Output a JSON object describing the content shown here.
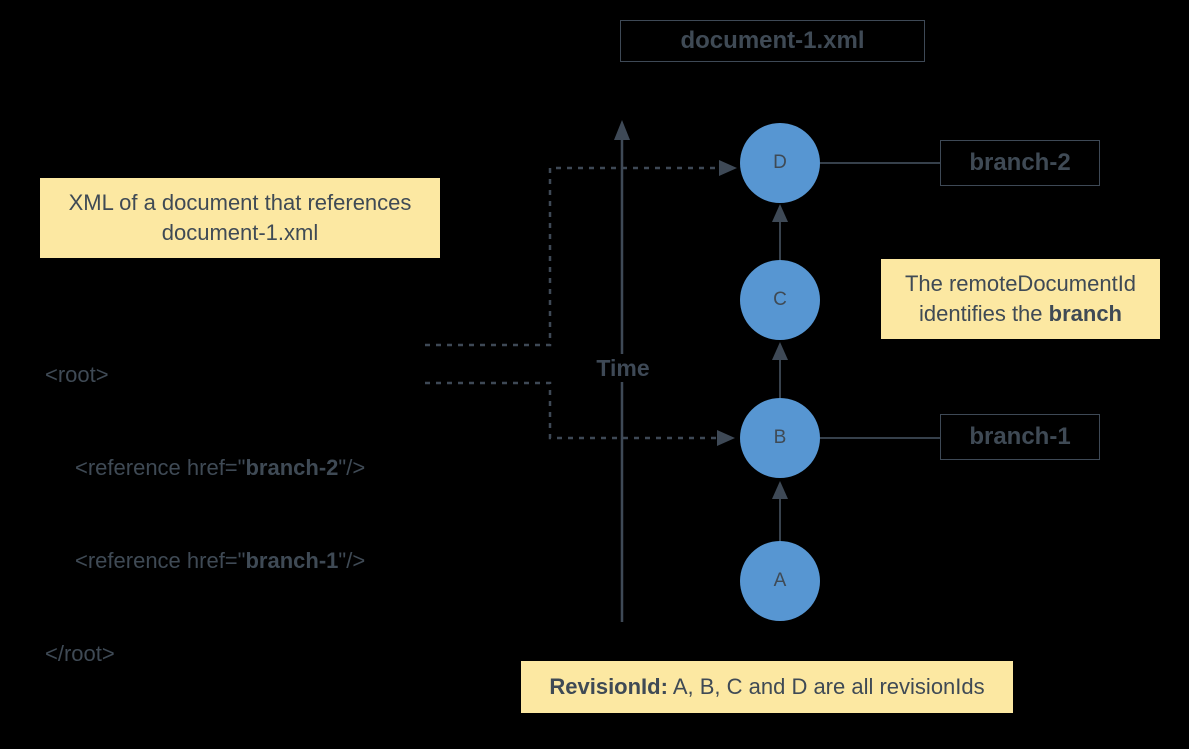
{
  "colors": {
    "bg": "#000000",
    "slate": "#3E4956",
    "text": "#3F4A55",
    "blue": "#5796D2",
    "yellow": "#FCE8A2"
  },
  "document_box": {
    "label": "document-1.xml"
  },
  "branch_boxes": {
    "branch2": "branch-2",
    "branch1": "branch-1"
  },
  "note_xml_reference": {
    "line1": "XML of a document that references",
    "line2": "document-1.xml"
  },
  "xml_code": {
    "open_tag": "<root>",
    "reference_1": {
      "pre": "<reference href=\"",
      "value": "branch-2",
      "post": "\"/>"
    },
    "reference_2": {
      "pre": "<reference href=\"",
      "value": "branch-1",
      "post": "\"/>"
    },
    "close_tag": "</root>"
  },
  "time_axis": {
    "label": "Time"
  },
  "revisions": [
    {
      "label": "D"
    },
    {
      "label": "C"
    },
    {
      "label": "B"
    },
    {
      "label": "A"
    }
  ],
  "note_remote_document_id": {
    "line1": "The remoteDocumentId",
    "line2_pre": "identifies the ",
    "line2_bold": "branch"
  },
  "note_revision_id": {
    "bold": "RevisionId:",
    "rest": " A, B, C and D are all revisionIds"
  }
}
